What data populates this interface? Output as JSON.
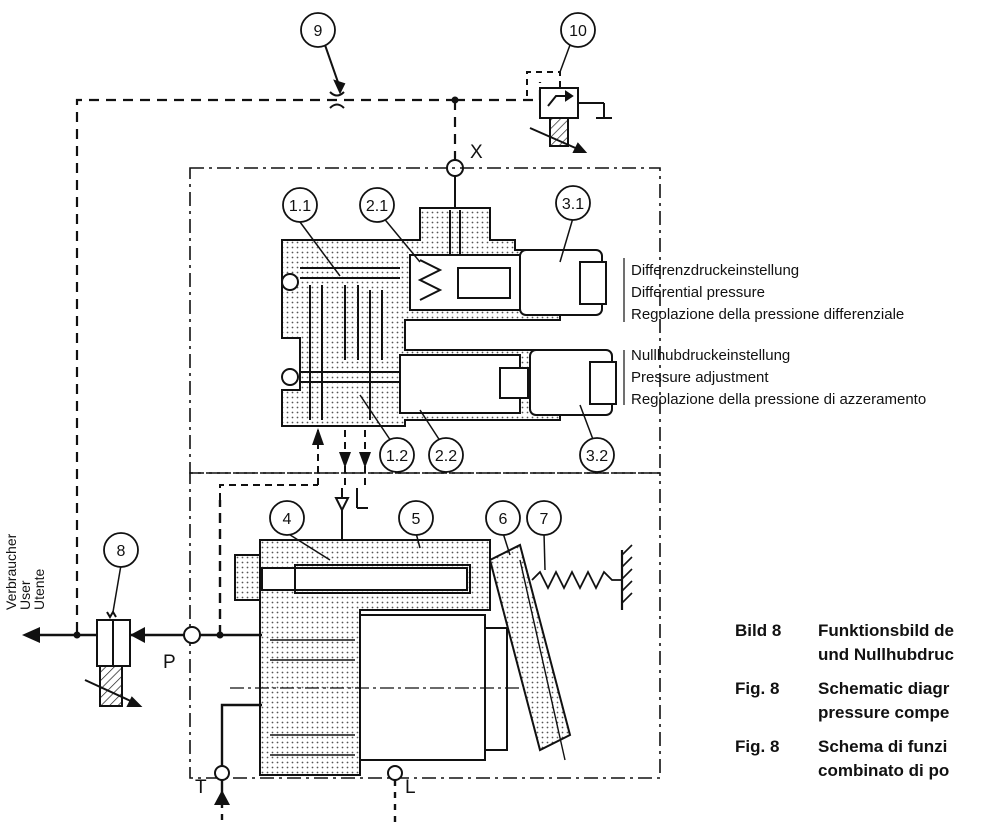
{
  "callouts": {
    "c9": "9",
    "c10": "10",
    "c11": "1.1",
    "c21": "2.1",
    "c31": "3.1",
    "c12": "1.2",
    "c22": "2.2",
    "c32": "3.2",
    "c4": "4",
    "c5": "5",
    "c6": "6",
    "c7": "7",
    "c8": "8"
  },
  "ports": {
    "x": "X",
    "p": "P",
    "t": "T",
    "l": "L"
  },
  "side_label": [
    "Verbraucher",
    "User",
    "Utente"
  ],
  "annot_diff": [
    "Differenzdruckeinstellung",
    "Differential pressure",
    "Regolazione della pressione differenziale"
  ],
  "annot_null": [
    "Nullhubdruckeinstellung",
    "Pressure adjustment",
    "Regolazione della pressione di azzeramento"
  ],
  "captions": [
    {
      "tag": "Bild 8",
      "l1": "Funktionsbild de",
      "l2": "und Nullhubdruc"
    },
    {
      "tag": "Fig. 8",
      "l1": "Schematic diagr",
      "l2": "pressure compe"
    },
    {
      "tag": "Fig. 8",
      "l1": "Schema di funzi",
      "l2": "combinato di po"
    }
  ]
}
